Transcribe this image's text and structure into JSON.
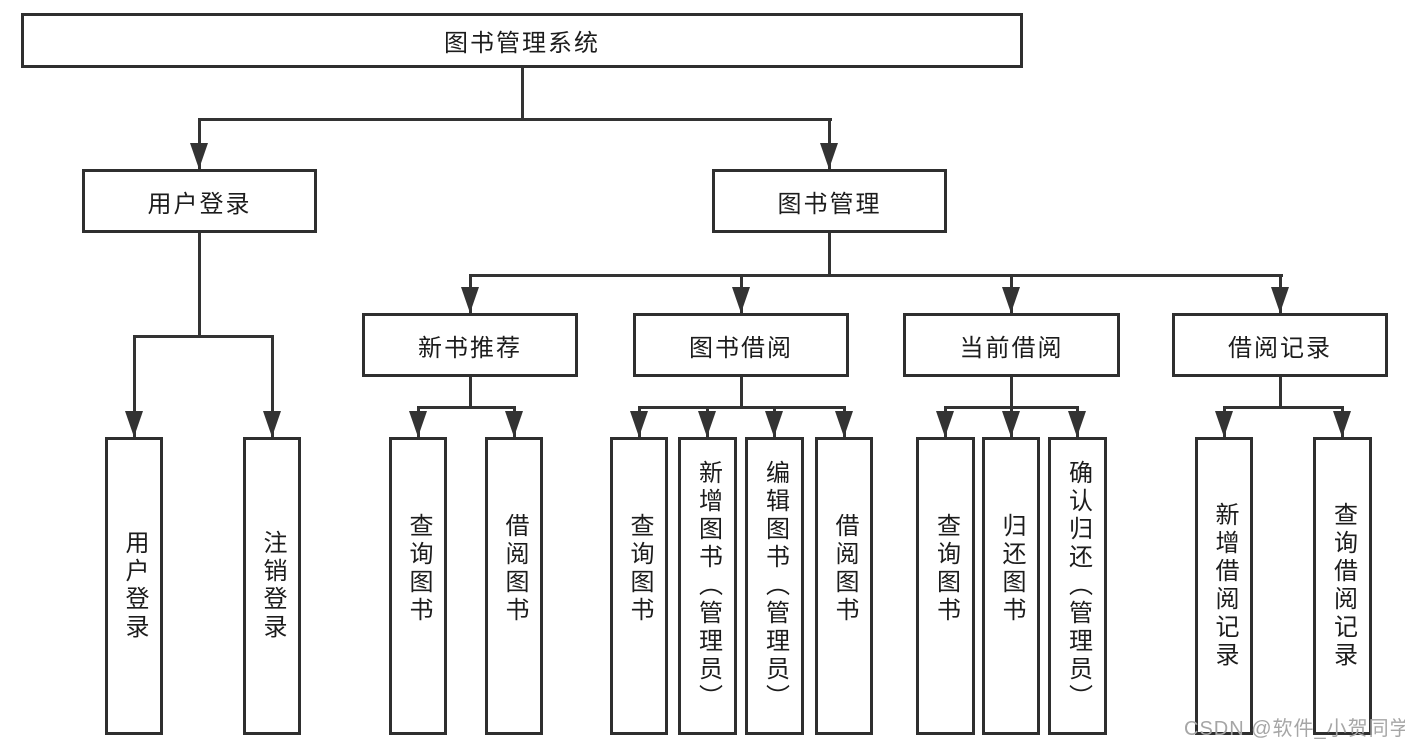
{
  "colors": {
    "background": "#ffffff",
    "box_border": "#2f2f2f",
    "line": "#333333",
    "text": "#1c1c1c",
    "watermark": "#a6a6a6"
  },
  "diagram": {
    "root": {
      "label": "图书管理系统"
    },
    "branches": [
      {
        "label": "用户登录",
        "children": [
          {
            "label": "用户登录"
          },
          {
            "label": "注销登录"
          }
        ]
      },
      {
        "label": "图书管理",
        "children": [
          {
            "label": "新书推荐",
            "children": [
              {
                "label": "查询图书"
              },
              {
                "label": "借阅图书"
              }
            ]
          },
          {
            "label": "图书借阅",
            "children": [
              {
                "label": "查询图书"
              },
              {
                "label": "新增图书（管理员）"
              },
              {
                "label": "编辑图书（管理员）"
              },
              {
                "label": "借阅图书"
              }
            ]
          },
          {
            "label": "当前借阅",
            "children": [
              {
                "label": "查询图书"
              },
              {
                "label": "归还图书"
              },
              {
                "label": "确认归还（管理员）"
              }
            ]
          },
          {
            "label": "借阅记录",
            "children": [
              {
                "label": "新增借阅记录"
              },
              {
                "label": "查询借阅记录"
              }
            ]
          }
        ]
      }
    ]
  },
  "watermark": {
    "text": "CSDN @软件_小贺同学"
  }
}
